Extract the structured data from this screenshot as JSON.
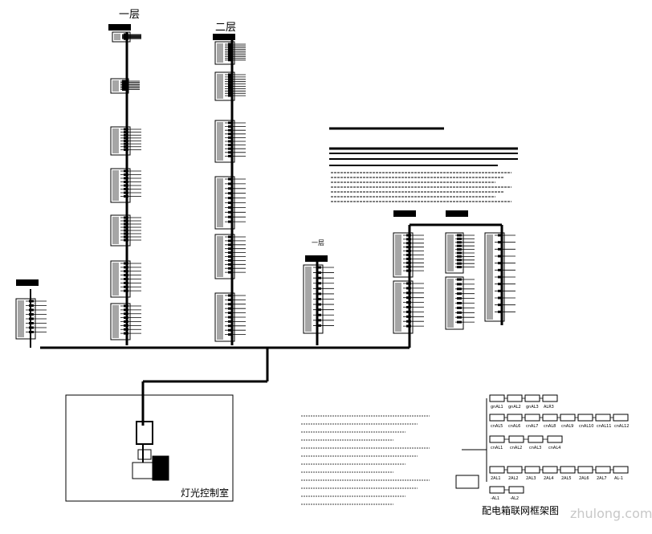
{
  "labels": {
    "floor1": "一层",
    "floor2": "二层",
    "floor3_small": "一层",
    "control_room": "灯光控制室",
    "network_title": "配电箱联网框架图",
    "watermark": "zhulong.com",
    "ctrl_box": "灯光控制室"
  },
  "network_nodes": {
    "row1": [
      "gnAL1",
      "gnAL2",
      "gnAL3",
      "ALR3"
    ],
    "row2": [
      "cnAL5",
      "cnAL6",
      "cnAL7",
      "cnAL8",
      "cnAL9",
      "cnAL10",
      "cnAL11",
      "cnAL12"
    ],
    "row3": [
      "cnAL1",
      "cnAL2",
      "cnAL3",
      "cnAL4"
    ],
    "row4": [
      "2AL1",
      "2AL2",
      "2AL3",
      "2AL4",
      "2AL5",
      "2AL6",
      "2AL7",
      "AL-1"
    ],
    "row5": [
      "-AL1",
      "-AL2"
    ]
  },
  "colors": {
    "line": "#000000",
    "bg": "#ffffff",
    "watermark": "#c8c8c8"
  }
}
